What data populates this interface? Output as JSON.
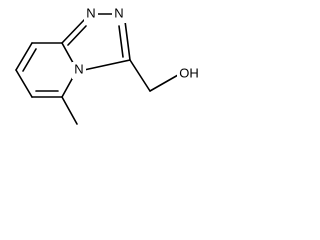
{
  "molecule": {
    "atoms": {
      "n1": "N",
      "n2": "N",
      "n4": "N",
      "oh": "OH"
    }
  },
  "colors": {
    "bond": "#000000",
    "label": "#000000",
    "background": "#ffffff"
  }
}
